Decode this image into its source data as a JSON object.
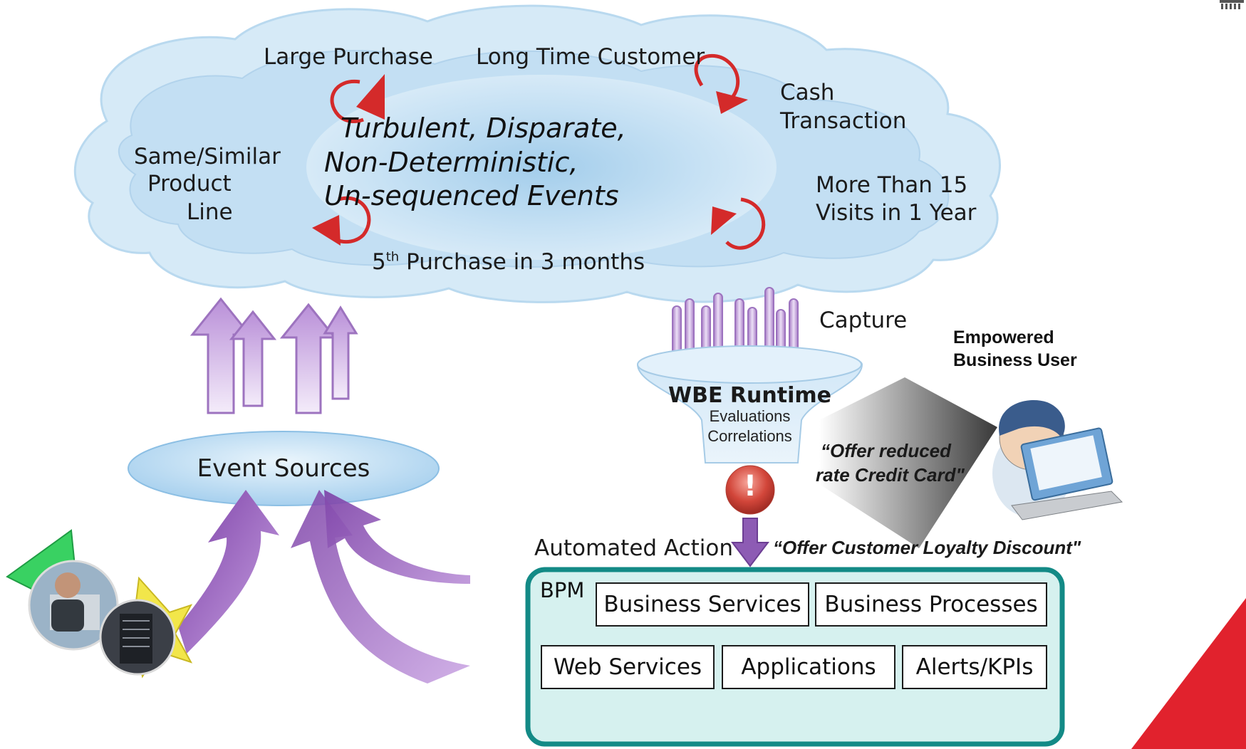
{
  "cloud": {
    "labels": {
      "large_purchase": "Large Purchase",
      "long_time_customer": "Long Time Customer",
      "cash_l1": "Cash",
      "cash_l2": "Transaction",
      "same_l1": "Same/Similar",
      "same_l2": "Product",
      "same_l3": "Line",
      "center_l1": "Turbulent, Disparate,",
      "center_l2": "Non-Deterministic,",
      "center_l3": "Un-sequenced Events",
      "more_l1": "More Than 15",
      "more_l2": "Visits in 1 Year",
      "fifth_num": "5",
      "fifth_sup": "th",
      "fifth_rest": " Purchase in 3 months"
    }
  },
  "event_sources": {
    "label": "Event Sources"
  },
  "engine": {
    "capture": "Capture",
    "runtime": "WBE Runtime",
    "evaluations": "Evaluations",
    "correlations": "Correlations",
    "alert_glyph": "!"
  },
  "user": {
    "title_l1": "Empowered",
    "title_l2": "Business User",
    "quote_l1": "“Offer reduced",
    "quote_l2": "rate Credit Card\""
  },
  "action": {
    "label": "Automated Action",
    "quote": "“Offer Customer Loyalty Discount\""
  },
  "bpm": {
    "label": "BPM",
    "boxes": {
      "business_services": "Business Services",
      "business_processes": "Business Processes",
      "web_services": "Web Services",
      "applications": "Applications",
      "alerts_kpis": "Alerts/KPIs"
    }
  },
  "colors": {
    "cloud": "#cfe6f5",
    "cloud_core": "#a9d2ee",
    "red_arrow": "#d42a2a",
    "purple": "#8d5bb4",
    "bpm_border": "#138a86",
    "bpm_fill": "#d6f1ef",
    "funnel": "#b6d8f0"
  }
}
